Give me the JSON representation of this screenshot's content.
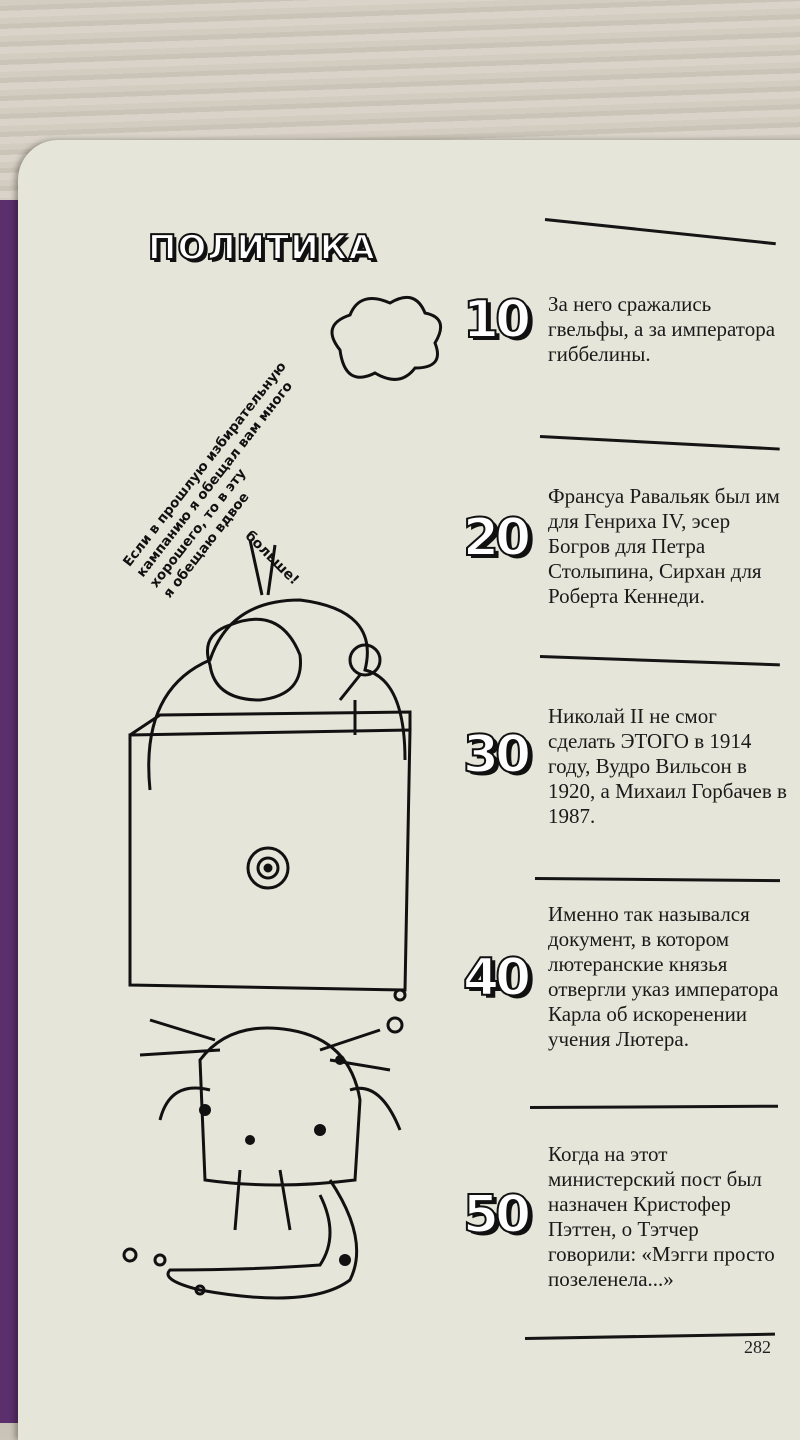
{
  "page": {
    "heading": "ПОЛИТИКА",
    "page_number": "282",
    "cartoon_speech": [
      "Если в прошлую избирательную",
      "кампанию я обещал вам много",
      "хорошего, то в эту",
      "я обещаю вдвое"
    ],
    "cartoon_speech_end": "больше!",
    "questions": [
      {
        "points": "10",
        "text": "За него сражались гвельфы, а за императора гиббелины."
      },
      {
        "points": "20",
        "text": "Франсуа Равальяк был им для Генриха IV, эсер Богров для Петра Столыпина, Сирхан для Роберта Кеннеди."
      },
      {
        "points": "30",
        "text": "Николай II не смог сделать ЭТОГО в 1914 году, Вудро Вильсон в 1920, а Михаил Горбачев в 1987."
      },
      {
        "points": "40",
        "text": "Именно так назывался документ, в котором лютеранские князья отвергли указ императора Карла об искоренении учения Лютера."
      },
      {
        "points": "50",
        "text": "Когда на этот министерский пост был назначен Кристофер Пэттен, о Тэтчер говорили: «Мэгги просто позеленела...»"
      }
    ]
  }
}
